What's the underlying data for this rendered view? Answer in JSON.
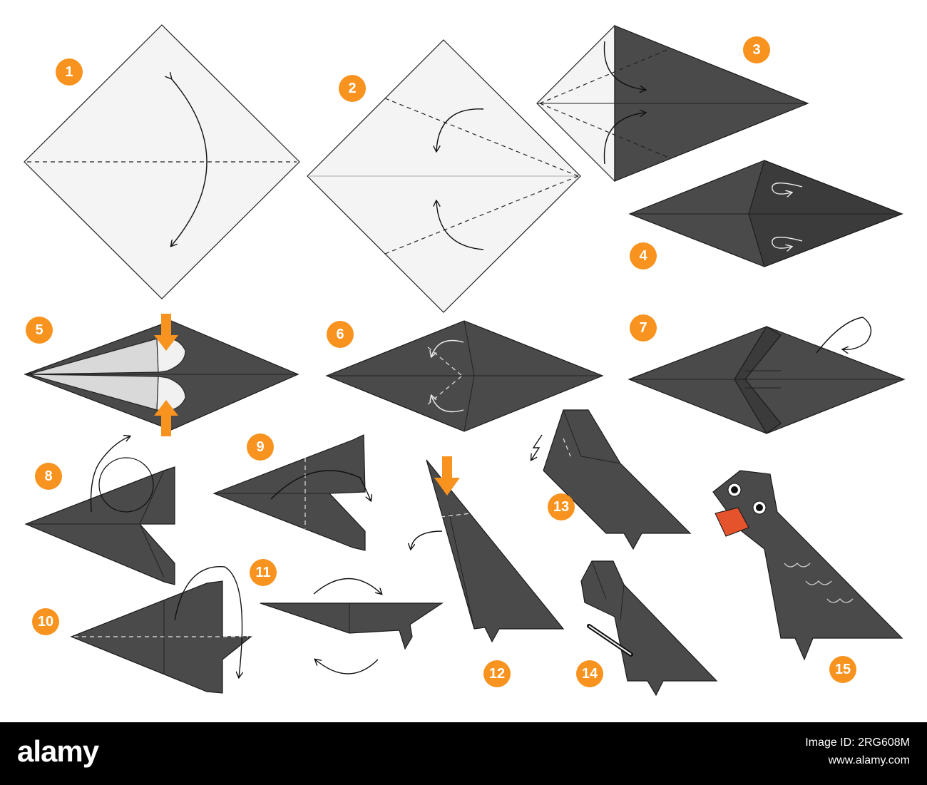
{
  "diagram": {
    "steps": [
      {
        "number": "1"
      },
      {
        "number": "2"
      },
      {
        "number": "3"
      },
      {
        "number": "4"
      },
      {
        "number": "5"
      },
      {
        "number": "6"
      },
      {
        "number": "7"
      },
      {
        "number": "8"
      },
      {
        "number": "9"
      },
      {
        "number": "10"
      },
      {
        "number": "11"
      },
      {
        "number": "12"
      },
      {
        "number": "13"
      },
      {
        "number": "14"
      },
      {
        "number": "15"
      }
    ],
    "colors": {
      "accent": "#f7931e",
      "paper_dark": "#4a4a4a",
      "paper_white": "#f4f4f4",
      "beak": "#e5532d"
    }
  },
  "footer": {
    "logo": "alamy",
    "image_id": "Image ID: 2RG608M",
    "site": "www.alamy.com"
  }
}
